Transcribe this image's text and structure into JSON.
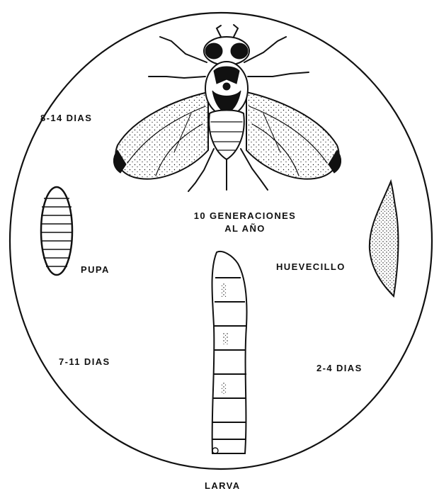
{
  "labels": {
    "adult_duration": "8-14 DIAS",
    "generations_line1": "10 GENERACIONES",
    "generations_line2": "AL AÑO",
    "pupa": "PUPA",
    "egg": "HUEVECILLO",
    "pupa_duration": "7-11 DIAS",
    "egg_duration": "2-4 DIAS",
    "larva": "LARVA"
  },
  "stages": [
    "adult-fly-icon",
    "egg-icon",
    "larva-icon",
    "pupa-icon"
  ],
  "colors": {
    "ink": "#111111",
    "paper": "#ffffff"
  }
}
